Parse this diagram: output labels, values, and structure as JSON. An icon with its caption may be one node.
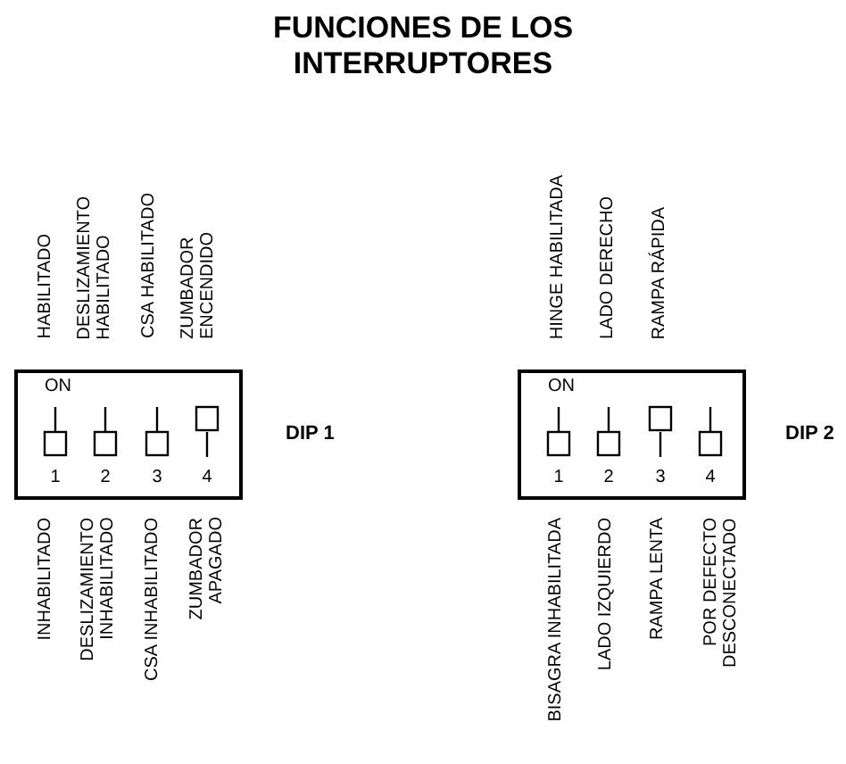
{
  "diagram": {
    "title": "FUNCIONES DE LOS INTERRUPTORES",
    "nodes": [
      {
        "text": [
          "ON",
          "1",
          "2",
          "3",
          "4"
        ],
        "beside": [
          "DIP 1"
        ]
      },
      {
        "text": [
          "ON",
          "1",
          "2",
          "3",
          "4"
        ],
        "beside": [
          "DIP 2"
        ]
      }
    ],
    "labels": [
      "HABILITADO",
      "DESLIZAMIENTO HABILITADO",
      "CSA HABILITADO",
      "ZUMBADOR ENCENDIDO",
      "HINGE HABILITADA",
      "LADO DERECHO",
      "RAMPA RÁPIDA",
      "INHABILITADO",
      "DESLIZAMIENTO INHABILITADO",
      "CSA INHABILITADO",
      "ZUMBADOR APAGADO",
      "BISAGRA INHABILITADA",
      "LADO IZQUIERDO",
      "RAMPA LENTA",
      "POR DEFECTO DESCONECTADO"
    ]
  }
}
